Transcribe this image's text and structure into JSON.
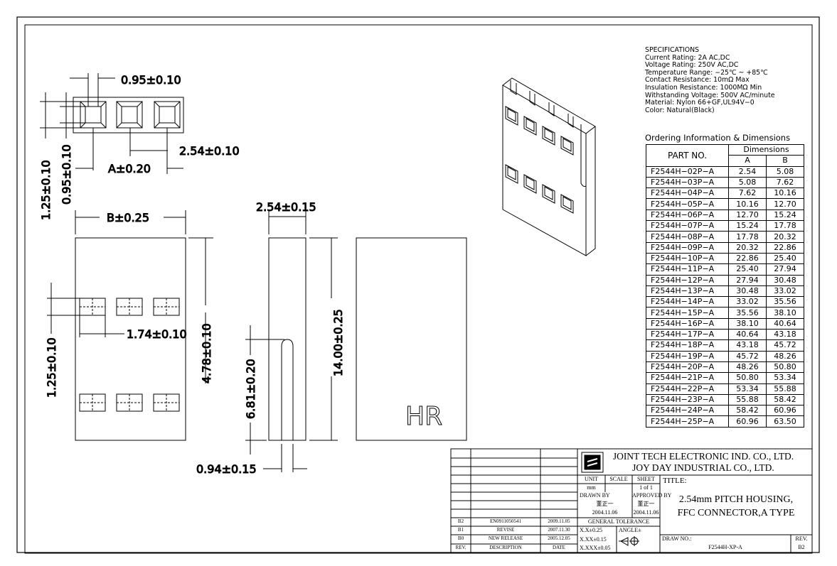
{
  "specifications": {
    "heading": "SPECIFICATIONS",
    "lines": [
      "Current Rating: 2A AC,DC",
      "Voltage Rating: 250V AC,DC",
      "Temperature Range: −25℃ ~ +85℃",
      "Contact Resistance: 10mΩ Max",
      "Insulation Resistance: 1000MΩ Min",
      "Withstanding Voltage: 500V AC/minute",
      "Material: Nylon 66+GF,UL94V−0",
      "Color: Natural(Black)"
    ]
  },
  "ordering": {
    "title": "Ordering Information & Dimensions",
    "part_header": "PART NO.",
    "dim_header": "Dimensions",
    "col_a": "A",
    "col_b": "B",
    "rows": [
      {
        "part": "F2544H−02P−A",
        "a": "2.54",
        "b": "5.08"
      },
      {
        "part": "F2544H−03P−A",
        "a": "5.08",
        "b": "7.62"
      },
      {
        "part": "F2544H−04P−A",
        "a": "7.62",
        "b": "10.16"
      },
      {
        "part": "F2544H−05P−A",
        "a": "10.16",
        "b": "12.70"
      },
      {
        "part": "F2544H−06P−A",
        "a": "12.70",
        "b": "15.24"
      },
      {
        "part": "F2544H−07P−A",
        "a": "15.24",
        "b": "17.78"
      },
      {
        "part": "F2544H−08P−A",
        "a": "17.78",
        "b": "20.32"
      },
      {
        "part": "F2544H−09P−A",
        "a": "20.32",
        "b": "22.86"
      },
      {
        "part": "F2544H−10P−A",
        "a": "22.86",
        "b": "25.40"
      },
      {
        "part": "F2544H−11P−A",
        "a": "25.40",
        "b": "27.94"
      },
      {
        "part": "F2544H−12P−A",
        "a": "27.94",
        "b": "30.48"
      },
      {
        "part": "F2544H−13P−A",
        "a": "30.48",
        "b": "33.02"
      },
      {
        "part": "F2544H−14P−A",
        "a": "33.02",
        "b": "35.56"
      },
      {
        "part": "F2544H−15P−A",
        "a": "35.56",
        "b": "38.10"
      },
      {
        "part": "F2544H−16P−A",
        "a": "38.10",
        "b": "40.64"
      },
      {
        "part": "F2544H−17P−A",
        "a": "40.64",
        "b": "43.18"
      },
      {
        "part": "F2544H−18P−A",
        "a": "43.18",
        "b": "45.72"
      },
      {
        "part": "F2544H−19P−A",
        "a": "45.72",
        "b": "48.26"
      },
      {
        "part": "F2544H−20P−A",
        "a": "48.26",
        "b": "50.80"
      },
      {
        "part": "F2544H−21P−A",
        "a": "50.80",
        "b": "53.34"
      },
      {
        "part": "F2544H−22P−A",
        "a": "53.34",
        "b": "55.88"
      },
      {
        "part": "F2544H−23P−A",
        "a": "55.88",
        "b": "58.42"
      },
      {
        "part": "F2544H−24P−A",
        "a": "58.42",
        "b": "60.96"
      },
      {
        "part": "F2544H−25P−A",
        "a": "60.96",
        "b": "63.50"
      }
    ]
  },
  "dimensions": {
    "top_pitch_tol": "0.95±0.10",
    "top_pitch": "2.54±0.10",
    "top_a": "A±0.20",
    "top_side_outer": "1.25±0.10",
    "top_side_inner": "0.95±0.10",
    "front_b": "B±0.25",
    "front_hole_w": "1.74±0.10",
    "front_hole_h": "1.25±0.10",
    "front_hole_pos": "4.78±0.10",
    "side_width": "2.54±0.15",
    "side_height": "14.00±0.25",
    "side_slot": "6.81±0.20",
    "side_wall": "0.94±0.15",
    "back_mark": "HR"
  },
  "title_block": {
    "company1": "JOINT TECH ELECTRONIC IND. CO., LTD.",
    "company2": "JOY DAY INDUSTRIAL CO., LTD.",
    "unit_label": "UNIT",
    "unit_value": "mm",
    "scale_label": "SCALE",
    "sheet_label": "SHEET",
    "sheet_value": "1 of 1",
    "title_label": "TITLE:",
    "title_line1": "2.54mm PITCH HOUSING,",
    "title_line2": "FFC CONNECTOR,A TYPE",
    "drawn_by_label": "DRAWN BY",
    "drawn_by_name": "董正一",
    "drawn_by_date": "2004.11.06",
    "approved_by_label": "APPROVED BY",
    "approved_by_name": "董正一",
    "approved_by_date": "2004.11.06",
    "general_tolerance": "GENERAL TOLERANCE",
    "tol_x": "X.X±0.25",
    "tol_xx": "X.XX±0.15",
    "tol_xxx": "X.XXX±0.05",
    "angle_label": "ANGLE±",
    "draw_no_label": "DRAW NO.:",
    "draw_no": "F2544H-XP-A",
    "rev_label": "REV.",
    "rev_value": "B2",
    "col_rev": "REV.",
    "col_desc": "DESCRIPTION",
    "col_date": "DATE",
    "revisions": [
      {
        "rev": "B2",
        "desc": "EN0911050541",
        "date": "2009.11.05"
      },
      {
        "rev": "B1",
        "desc": "REVISE",
        "date": "2007.11.30"
      },
      {
        "rev": "B0",
        "desc": "NEW RELEASE",
        "date": "2005.12.05"
      }
    ]
  }
}
